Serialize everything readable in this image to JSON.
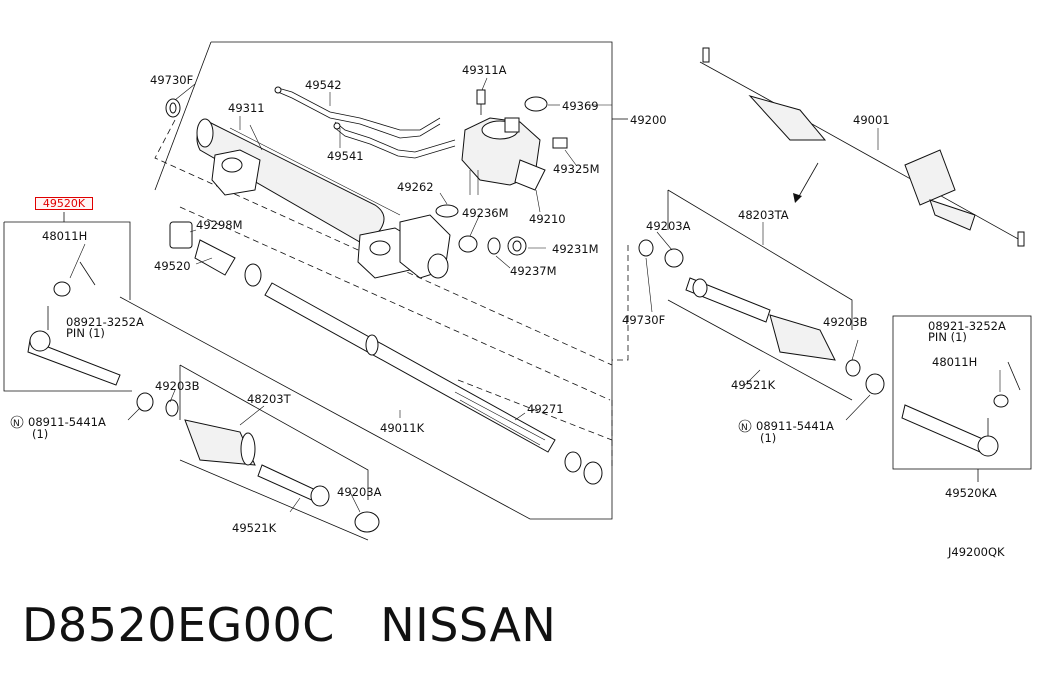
{
  "diagram_code": "J49200QK",
  "caption": {
    "part_number": "D8520EG00C",
    "brand": "NISSAN"
  },
  "highlighted_part": "49520K",
  "labels": {
    "l_49730F_top": "49730F",
    "l_49542": "49542",
    "l_49311A": "49311A",
    "l_49369": "49369",
    "l_49200": "49200",
    "l_49001": "49001",
    "l_49311": "49311",
    "l_49541": "49541",
    "l_49325M": "49325M",
    "l_49262": "49262",
    "l_49236M": "49236M",
    "l_49210": "49210",
    "l_48011H_left": "48011H",
    "l_49298M": "49298M",
    "l_49231M": "49231M",
    "l_49237M": "49237M",
    "l_49203A_mid": "49203A",
    "l_48203TA": "48203TA",
    "l_49520": "49520",
    "l_08921_left_a": "08921-3252A",
    "l_pin_left": "PIN (1)",
    "l_49730F_mid": "49730F",
    "l_49203B_right": "49203B",
    "l_08921_right_a": "08921-3252A",
    "l_pin_right": "PIN (1)",
    "l_48011H_right": "48011H",
    "l_49521K_right": "49521K",
    "l_49203B_left": "49203B",
    "l_48203T": "48203T",
    "l_08911_left": "08911-5441A",
    "l_08911_left_qty": "(1)",
    "l_49011K": "49011K",
    "l_49271": "49271",
    "l_08911_right": "08911-5441A",
    "l_08911_right_qty": "(1)",
    "l_49203A_bottom": "49203A",
    "l_49521K_bottom": "49521K",
    "l_49520KA": "49520KA",
    "n_symbol": "N"
  }
}
